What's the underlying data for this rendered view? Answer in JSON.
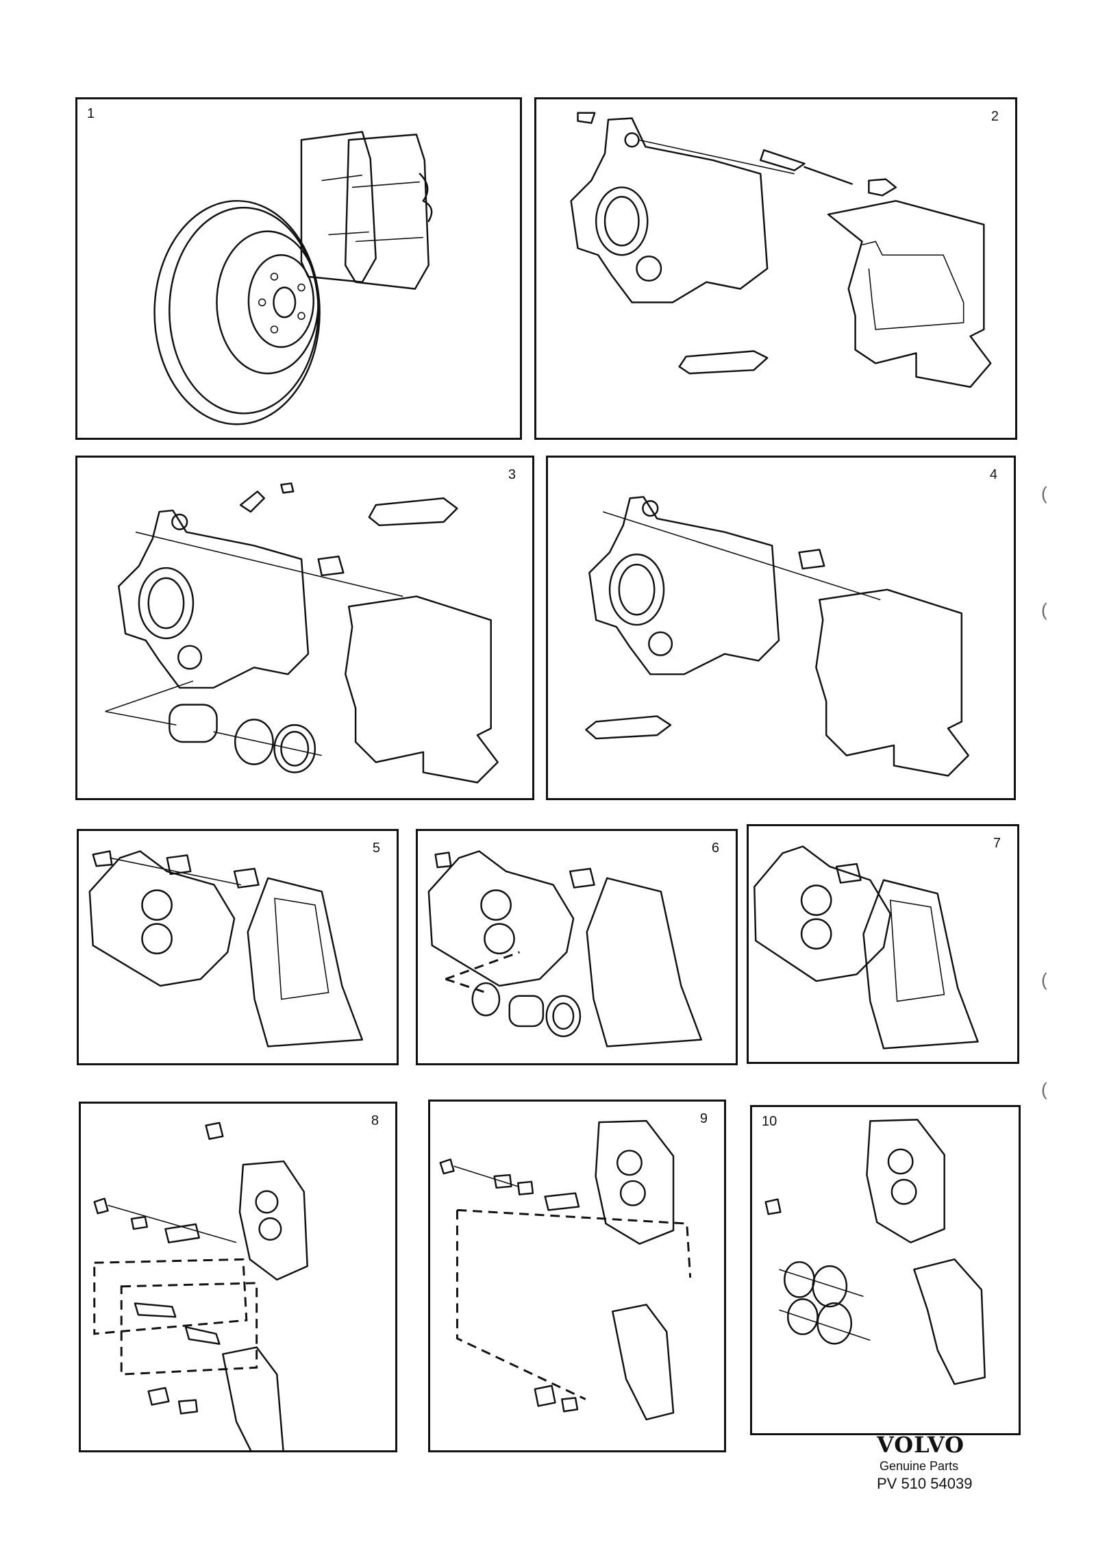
{
  "panels": [
    {
      "number": "1"
    },
    {
      "number": "2"
    },
    {
      "number": "3"
    },
    {
      "number": "4"
    },
    {
      "number": "5"
    },
    {
      "number": "6"
    },
    {
      "number": "7"
    },
    {
      "number": "8"
    },
    {
      "number": "9"
    },
    {
      "number": "10"
    }
  ],
  "brand": {
    "logo_text": "VOLVO",
    "subtitle": "Genuine Parts",
    "part_number": "PV 510 54039"
  },
  "margin_marks": [
    "(",
    "(",
    "(",
    "("
  ]
}
